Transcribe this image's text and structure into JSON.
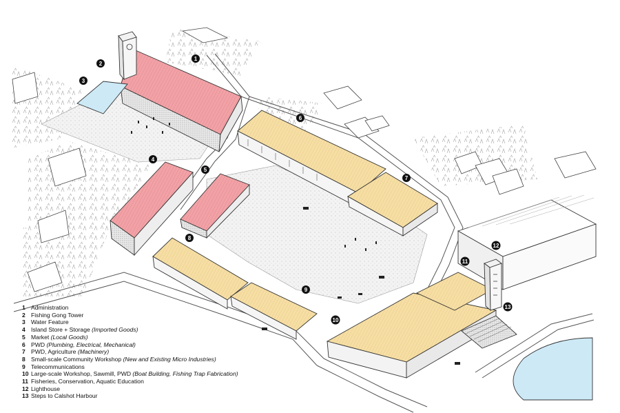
{
  "colors": {
    "red_roof": "#f2a2a6",
    "yellow_roof": "#f6dea4",
    "water": "#cde9f6",
    "road": "#ffffff",
    "ground": "#f4f4f4",
    "line": "#333333",
    "marker": "#111111"
  },
  "markers": [
    "1",
    "2",
    "3",
    "4",
    "5",
    "6",
    "7",
    "8",
    "9",
    "10",
    "11",
    "12",
    "13"
  ],
  "legend": [
    {
      "num": "1",
      "text": "Administration",
      "italic": ""
    },
    {
      "num": "2",
      "text": "Fishing Gong Tower",
      "italic": ""
    },
    {
      "num": "3",
      "text": "Water Feature",
      "italic": ""
    },
    {
      "num": "4",
      "text": "Island Store + Storage ",
      "italic": "(Imported Goods)"
    },
    {
      "num": "5",
      "text": "Market ",
      "italic": "(Local Goods)"
    },
    {
      "num": "6",
      "text": "PWD ",
      "italic": "(Plumbing, Electrical, Mechanical)"
    },
    {
      "num": "7",
      "text": "PWD, Agriculture ",
      "italic": "(Machinery)"
    },
    {
      "num": "8",
      "text": "Small-scale Community Workshop ",
      "italic": "(New and Existing Micro Industries)"
    },
    {
      "num": "9",
      "text": "Telecommunications",
      "italic": ""
    },
    {
      "num": "10",
      "text": "Large-scale Workshop, Sawmill, PWD ",
      "italic": "(Boat Building, Fishing Trap Fabrication)"
    },
    {
      "num": "11",
      "text": "Fisheries, Conservation, Aquatic Education",
      "italic": ""
    },
    {
      "num": "12",
      "text": "Lighthouse",
      "italic": ""
    },
    {
      "num": "13",
      "text": "Steps to Calshot Harbour",
      "italic": ""
    }
  ]
}
